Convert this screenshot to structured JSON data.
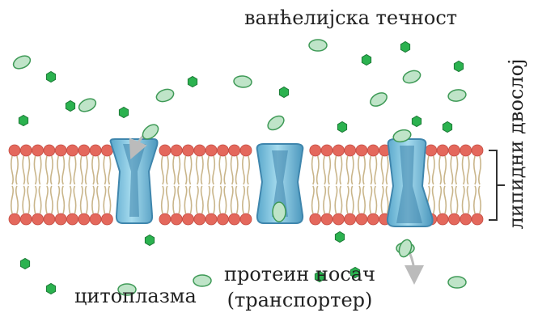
{
  "labels": {
    "extracellular_fluid": "ванћелијска течност",
    "cytoplasm": "цитоплазма",
    "carrier_protein_line1": "протеин носач",
    "carrier_protein_line2": "(транспортер)",
    "lipid_bilayer": "липидни двослој"
  },
  "colors": {
    "lipid_head": "#e4685c",
    "lipid_tail": "#c9b58a",
    "protein_light": "#8fcfe4",
    "protein_dark": "#4d9bc0",
    "molecule_oval": "#bfe4c8",
    "molecule_hexagon": "#2bb24f",
    "arrow": "#bbbbbb",
    "bracket": "#333333"
  },
  "icons": [
    "oval-molecule-icon",
    "hexagon-molecule-icon",
    "carrier-protein-icon",
    "transport-arrow-icon"
  ]
}
